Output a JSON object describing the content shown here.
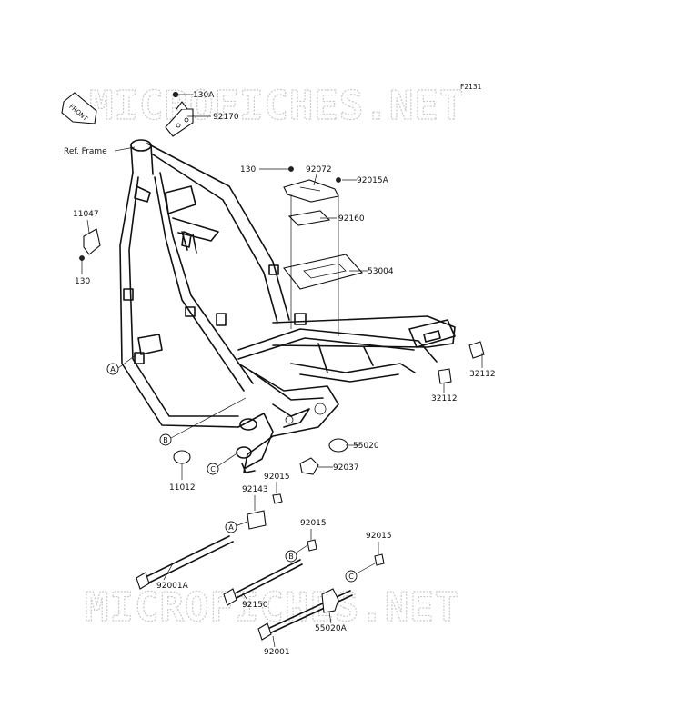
{
  "watermarks": [
    "MICROFICHES.NET",
    "MICROFICHES.NET"
  ],
  "figure_code": "F2131",
  "front_arrow_text": "FRONT",
  "callouts": [
    "A",
    "A",
    "B",
    "B",
    "C",
    "C"
  ],
  "labels": {
    "p130A": "130A",
    "p92170": "92170",
    "ref_frame": "Ref. Frame",
    "p11047": "11047",
    "p130_left": "130",
    "p130_top": "130",
    "p92072": "92072",
    "p92015A": "92015A",
    "p92160": "92160",
    "p53004": "53004",
    "p32112_right": "32112",
    "p32112_lower": "32112",
    "p55020": "55020",
    "p92037": "92037",
    "p92015_a": "92015",
    "p11012": "11012",
    "p92143": "92143",
    "p92015_b": "92015",
    "p92015_c": "92015",
    "p92001A": "92001A",
    "p92150": "92150",
    "p92001": "92001",
    "p55020A": "55020A"
  }
}
